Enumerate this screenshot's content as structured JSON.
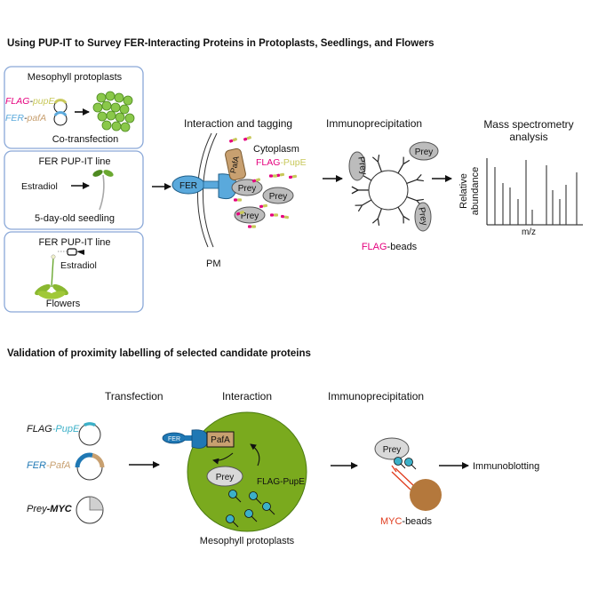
{
  "top": {
    "title": "Using PUP-IT to Survey FER-Interacting Proteins in Protoplasts, Seedlings, and Flowers",
    "box1": {
      "title": "Mesophyll protoplasts",
      "flag": "FLAG",
      "dash1": "-",
      "pupe": "pupE",
      "fer": "FER",
      "dash2": "-",
      "pafa": "pafA",
      "caption": "Co-transfection"
    },
    "box2": {
      "title": "FER PUP-IT line",
      "treatment": "Estradiol",
      "caption": "5-day-old seedling"
    },
    "box3": {
      "title": "FER PUP-IT line",
      "treatment": "Estradiol",
      "caption": "Flowers"
    },
    "interaction": {
      "heading": "Interaction and tagging",
      "cytoplasm": "Cytoplasm",
      "flag": "FLAG",
      "pupe": "-PupE",
      "fer": "FER",
      "pafa": "PafA",
      "prey": "Prey",
      "pm": "PM"
    },
    "ip": {
      "heading": "Immunoprecipitation",
      "prey": "Prey",
      "flag": "FLAG",
      "beads": "-beads"
    },
    "ms": {
      "heading_line1": "Mass spectrometry",
      "heading_line2": "analysis",
      "ylabel_line1": "Relative",
      "ylabel_line2": "abundance",
      "xlabel": "m/z"
    }
  },
  "bottom": {
    "title": "Validation of proximity labelling of selected candidate proteins",
    "transfection": {
      "heading": "Transfection",
      "p1_a": "FLAG",
      "p1_b": "-PupE",
      "p2_a": "FER",
      "p2_b": "-PafA",
      "p3_a": "Prey",
      "p3_b": "-MYC"
    },
    "interaction": {
      "heading": "Interaction",
      "fer": "FER",
      "pafa": "PafA",
      "prey": "Prey",
      "flag_pupe": "FLAG-PupE",
      "caption": "Mesophyll protoplasts"
    },
    "ip": {
      "heading": "Immunoprecipitation",
      "prey": "Prey",
      "myc": "MYC",
      "beads": "-beads"
    },
    "blot": {
      "label": "Immunoblotting"
    }
  },
  "colors": {
    "flag_magenta": "#e5007e",
    "pupe_yellow": "#c8c85a",
    "fer_blue": "#5aa9dc",
    "fer_dark": "#1f78b4",
    "pafa_tan": "#c8a070",
    "cell_green": "#7aaa1e",
    "myc_red": "#e03c1e",
    "bead_brown": "#b4783c",
    "pupe_teal": "#3cb0c8",
    "box_border": "#8aa8d8"
  }
}
